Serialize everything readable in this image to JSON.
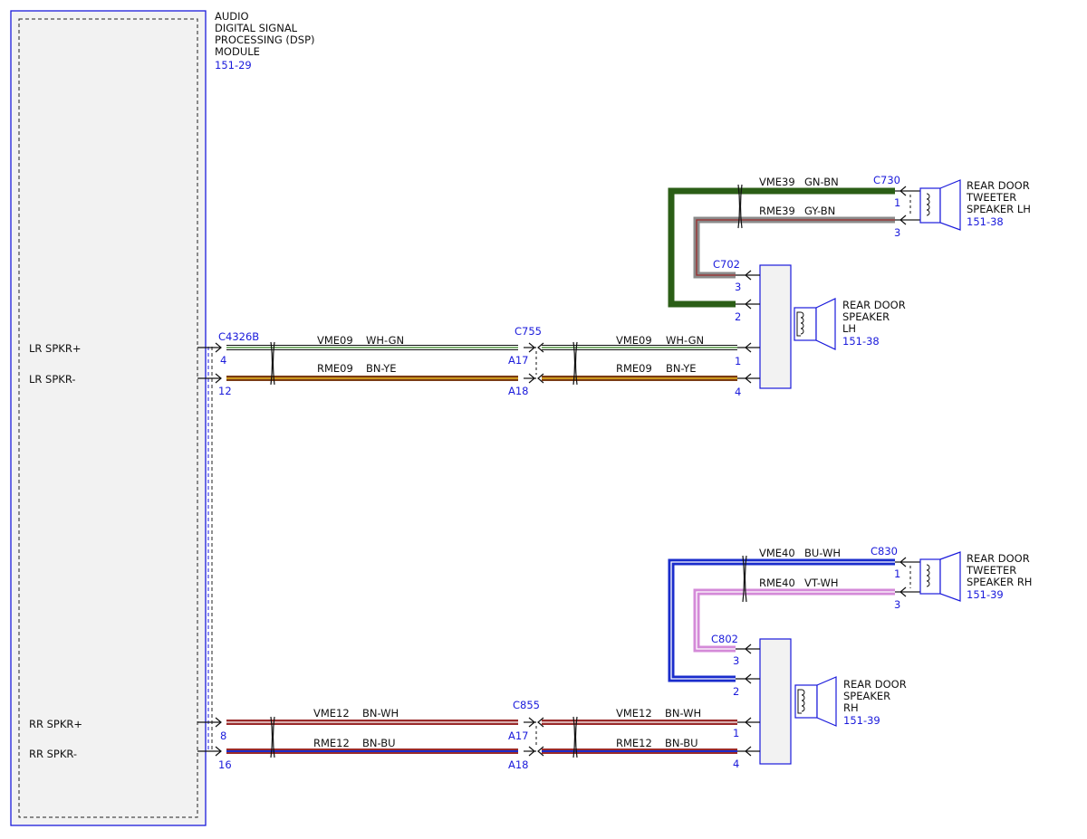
{
  "module": {
    "title_lines": [
      "AUDIO",
      "DIGITAL SIGNAL",
      "PROCESSING (DSP)",
      "MODULE"
    ],
    "ref": "151-29",
    "pin_labels": {
      "lr_plus": "LR SPKR+",
      "lr_minus": "LR SPKR-",
      "rr_plus": "RR SPKR+",
      "rr_minus": "RR SPKR-"
    }
  },
  "connectors": {
    "c4326b": {
      "name": "C4326B",
      "pins": [
        "4",
        "12",
        "8",
        "16"
      ]
    },
    "c755": {
      "name": "C755",
      "pins": [
        "A17",
        "A18"
      ]
    },
    "c855": {
      "name": "C855",
      "pins": [
        "A17",
        "A18"
      ]
    },
    "c702": {
      "name": "C702",
      "pins": [
        "3",
        "2",
        "1",
        "4"
      ]
    },
    "c802": {
      "name": "C802",
      "pins": [
        "3",
        "2",
        "1",
        "4"
      ]
    },
    "c730": {
      "name": "C730",
      "pins": [
        "1",
        "3"
      ]
    },
    "c830": {
      "name": "C830",
      "pins": [
        "1",
        "3"
      ]
    }
  },
  "wires": {
    "lr_plus_a": {
      "circuit": "VME09",
      "color": "WH-GN"
    },
    "lr_minus_a": {
      "circuit": "RME09",
      "color": "BN-YE"
    },
    "lr_plus_b": {
      "circuit": "VME09",
      "color": "WH-GN"
    },
    "lr_minus_b": {
      "circuit": "RME09",
      "color": "BN-YE"
    },
    "rr_plus_a": {
      "circuit": "VME12",
      "color": "BN-WH"
    },
    "rr_minus_a": {
      "circuit": "RME12",
      "color": "BN-BU"
    },
    "rr_plus_b": {
      "circuit": "VME12",
      "color": "BN-WH"
    },
    "rr_minus_b": {
      "circuit": "RME12",
      "color": "BN-BU"
    },
    "lt_plus": {
      "circuit": "VME39",
      "color": "GN-BN"
    },
    "lt_minus": {
      "circuit": "RME39",
      "color": "GY-BN"
    },
    "rt_plus": {
      "circuit": "VME40",
      "color": "BU-WH"
    },
    "rt_minus": {
      "circuit": "RME40",
      "color": "VT-WH"
    }
  },
  "components": {
    "tweeter_lh": {
      "lines": [
        "REAR DOOR",
        "TWEETER",
        "SPEAKER LH"
      ],
      "ref": "151-38"
    },
    "speaker_lh": {
      "lines": [
        "REAR DOOR",
        "SPEAKER",
        "LH"
      ],
      "ref": "151-38"
    },
    "tweeter_rh": {
      "lines": [
        "REAR DOOR",
        "TWEETER",
        "SPEAKER RH"
      ],
      "ref": "151-39"
    },
    "speaker_rh": {
      "lines": [
        "REAR DOOR",
        "SPEAKER",
        "RH"
      ],
      "ref": "151-39"
    }
  },
  "colors": {
    "outline_blue": "#1a1adb",
    "module_fill": "#f2f2f2",
    "wire_white": "#ffffff",
    "wire_green": "#2e7d1a",
    "wire_dark_green": "#2b5e16",
    "wire_brown": "#7a3a14",
    "wire_yellow": "#e8b820",
    "wire_red_brown": "#9a2a2a",
    "wire_blue": "#1a2ccc",
    "wire_gray": "#9a9a9a",
    "wire_violet": "#d48ad8"
  }
}
